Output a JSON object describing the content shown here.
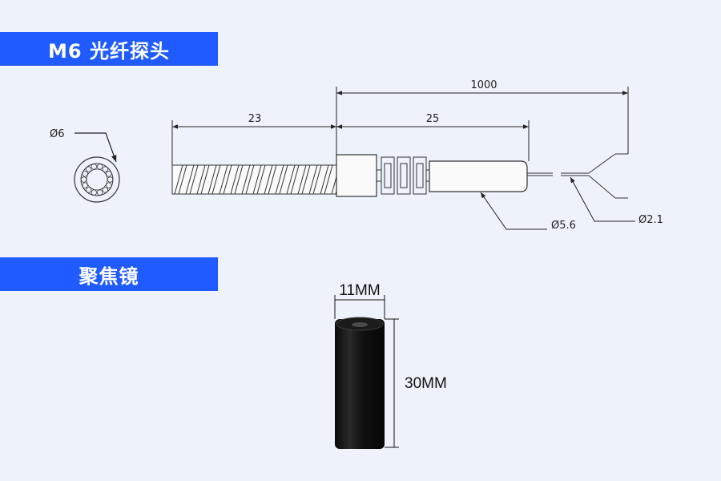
{
  "banners": {
    "probe_title": "M6 光纤探头",
    "lens_title": "聚焦镜"
  },
  "dimensions": {
    "ring_diameter": "Ø6",
    "thread_length": "23",
    "body_length": "25",
    "cable_length": "1000",
    "body_diameter": "Ø5.6",
    "fiber_diameter": "Ø2.1",
    "lens_width": "11MM",
    "lens_height": "30MM"
  },
  "colors": {
    "banner": "#1f5bff",
    "background": "#eef2fb",
    "line": "#222222"
  }
}
